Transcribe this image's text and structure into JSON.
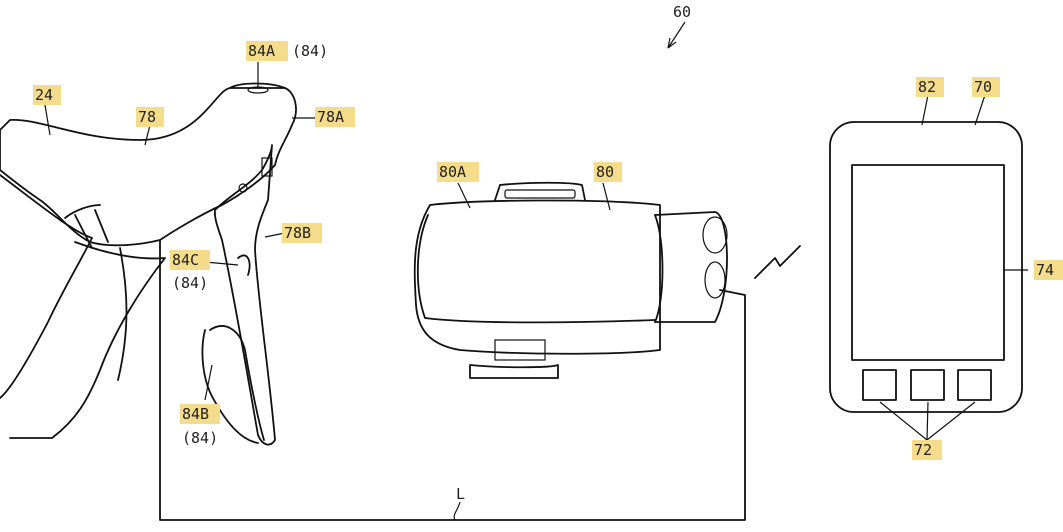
{
  "labels": {
    "ref_60": "60",
    "ref_84A": "84A",
    "ref_84A_paren": "(84)",
    "ref_24": "24",
    "ref_78": "78",
    "ref_78A": "78A",
    "ref_78B": "78B",
    "ref_84C": "84C",
    "ref_84C_paren": "(84)",
    "ref_84B": "84B",
    "ref_84B_paren": "(84)",
    "ref_80A": "80A",
    "ref_80": "80",
    "ref_82": "82",
    "ref_70": "70",
    "ref_74": "74",
    "ref_72": "72",
    "ref_L": "L"
  },
  "colors": {
    "label_highlight": "#f5dc8a",
    "line": "#111111",
    "background": "#ffffff"
  }
}
